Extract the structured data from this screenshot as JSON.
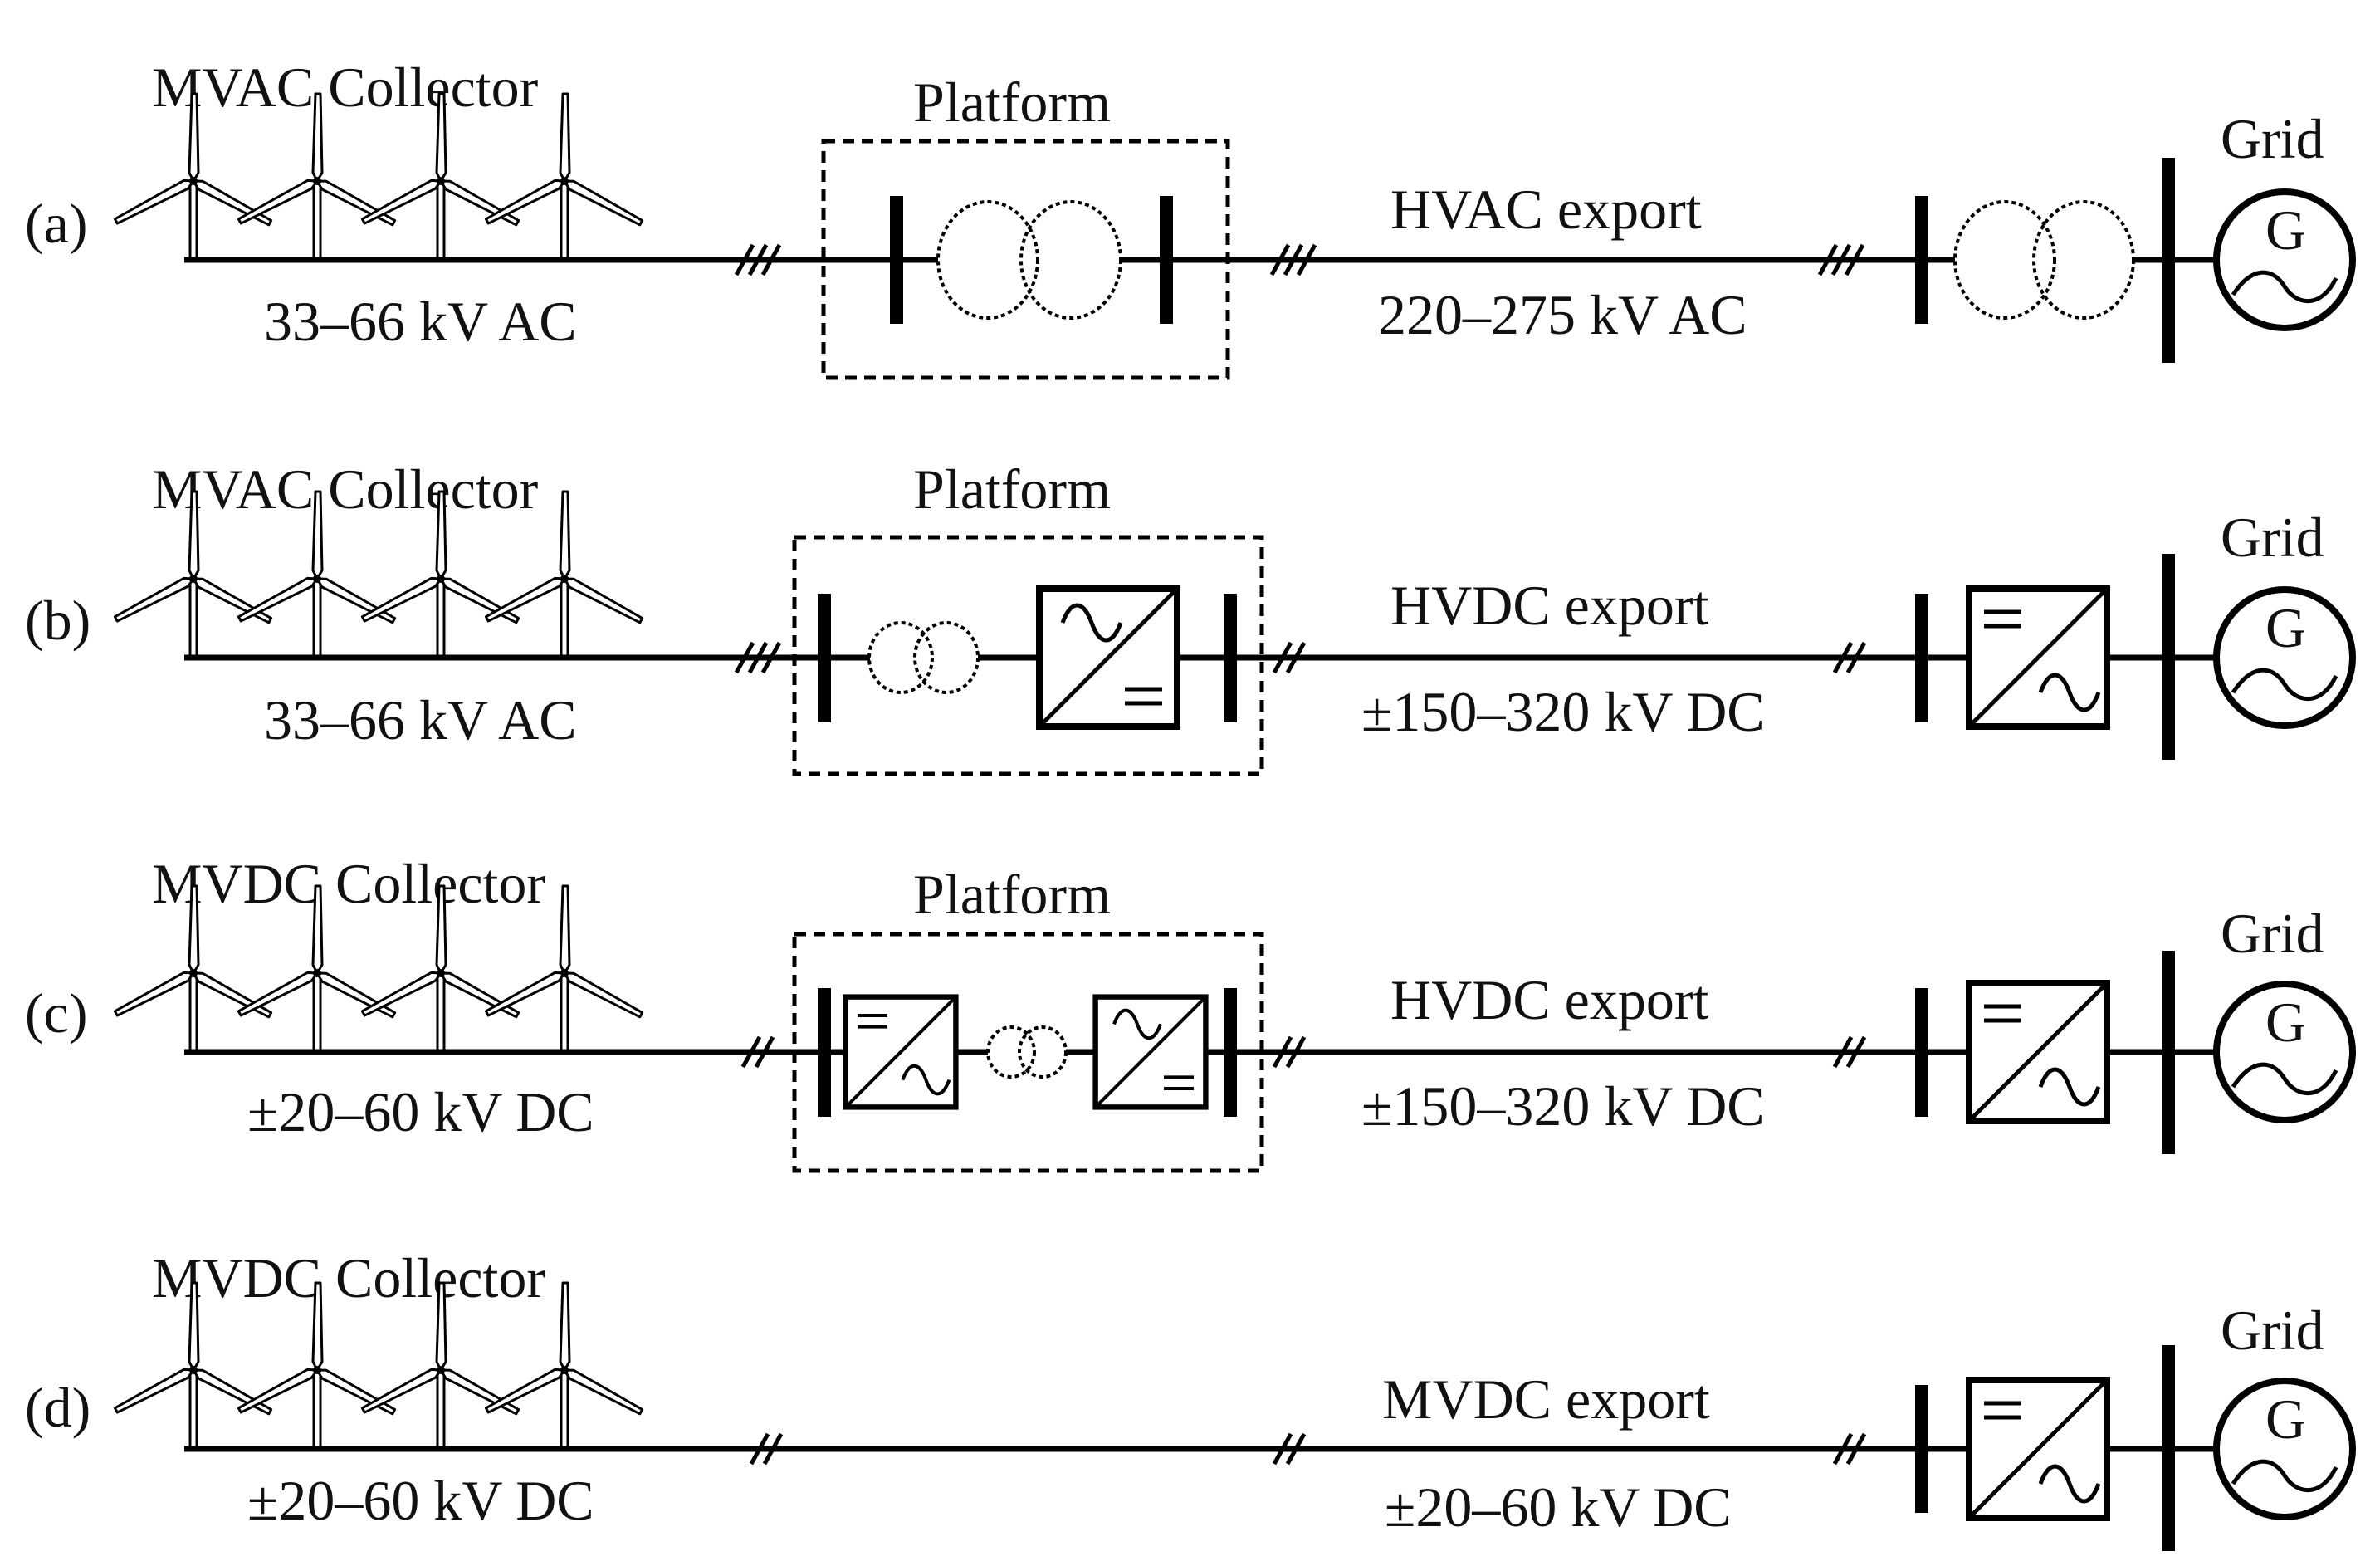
{
  "rows": [
    {
      "id": "a",
      "label": "(a)",
      "collector_title": "MVAC Collector",
      "collector_voltage": "33–66 kV AC",
      "platform_label": "Platform",
      "export_title": "HVAC export",
      "export_voltage": "220–275 kV AC",
      "grid_label": "Grid",
      "generator_symbol": "G"
    },
    {
      "id": "b",
      "label": "(b)",
      "collector_title": "MVAC Collector",
      "collector_voltage": "33–66 kV AC",
      "platform_label": "Platform",
      "export_title": "HVDC export",
      "export_voltage": "±150–320 kV DC",
      "grid_label": "Grid",
      "generator_symbol": "G"
    },
    {
      "id": "c",
      "label": "(c)",
      "collector_title": "MVDC Collector",
      "collector_voltage": "±20–60 kV DC",
      "platform_label": "Platform",
      "export_title": "HVDC export",
      "export_voltage": "±150–320 kV DC",
      "grid_label": "Grid",
      "generator_symbol": "G"
    },
    {
      "id": "d",
      "label": "(d)",
      "collector_title": "MVDC Collector",
      "collector_voltage": "±20–60 kV DC",
      "export_title": "MVDC export",
      "export_voltage": "±20–60 kV DC",
      "grid_label": "Grid",
      "generator_symbol": "G"
    }
  ],
  "icons": {
    "turbine": "wind-turbine-icon",
    "transformer": "transformer-icon",
    "converter": "converter-icon",
    "generator": "generator-icon",
    "busbar": "busbar-icon",
    "cable_marker": "three-phase-marker-icon"
  }
}
